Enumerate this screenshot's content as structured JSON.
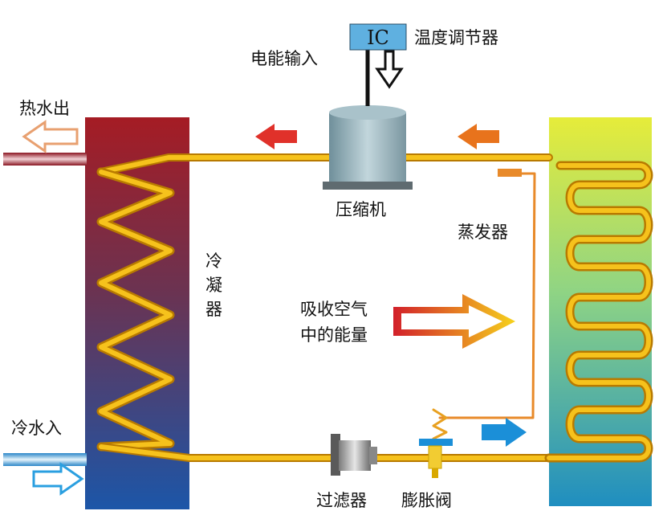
{
  "labels": {
    "controller": "IC",
    "temperature_regulator": "温度调节器",
    "power_input": "电能输入",
    "hot_water_out": "热水出",
    "compressor": "压缩机",
    "evaporator": "蒸发器",
    "condenser_1": "冷",
    "condenser_2": "凝",
    "condenser_3": "器",
    "absorb_line1": "吸收空气",
    "absorb_line2": "中的能量",
    "cold_water_in": "冷水入",
    "filter": "过滤器",
    "expansion_valve": "膨胀阀"
  },
  "colors": {
    "pipe": "#f6c21c",
    "hot_arrow": "#e0312a",
    "warm_arrow": "#e8731c",
    "cold_arrow": "#1b8fd8",
    "hot_water_arrow": "#e8a070",
    "cold_water_arrow": "#2a9fe0"
  }
}
